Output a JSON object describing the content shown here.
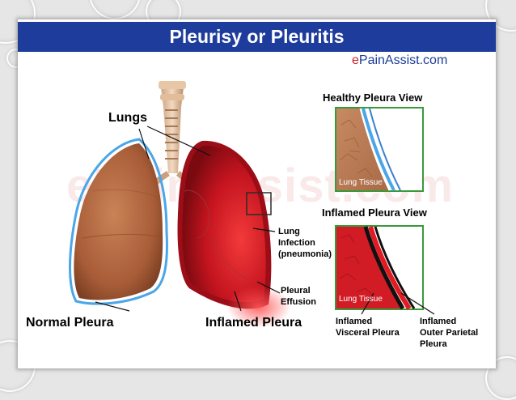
{
  "title": "Pleurisy or Pleuritis",
  "brand": {
    "e": "e",
    "rest": "PainAssist.com"
  },
  "watermark": "ePainAssist.com",
  "labels": {
    "lungs": "Lungs",
    "normal_pleura": "Normal Pleura",
    "inflamed_pleura": "Inflamed Pleura",
    "lung_infection": [
      "Lung",
      "Infection",
      "(pneumonia)"
    ],
    "pleural_effusion": [
      "Pleural",
      "Effusion"
    ]
  },
  "healthy_view": {
    "title": "Healthy Pleura View",
    "tissue_label": "Lung Tissue"
  },
  "inflamed_view": {
    "title": "Inflamed Pleura View",
    "tissue_label": "Lung Tissue",
    "visceral": [
      "Inflamed",
      "Visceral Pleura"
    ],
    "parietal": [
      "Inflamed",
      "Outer Parietal",
      "Pleura"
    ]
  },
  "colors": {
    "title_bar": "#1d3c9b",
    "normal_lung": "#b76a42",
    "inflamed_lung": "#c41420",
    "pleura_outline": "#4aa6e8",
    "zoom_frame": "#3a9a3a"
  }
}
